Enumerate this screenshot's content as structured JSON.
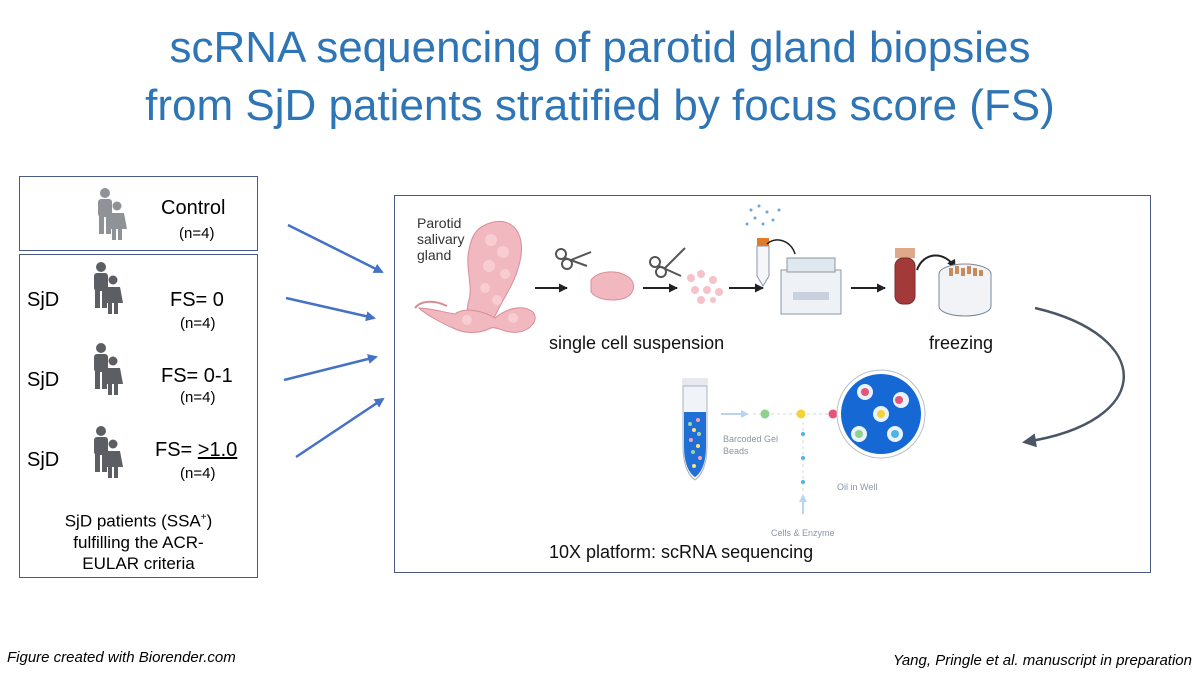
{
  "slide": {
    "title_line1": "scRNA sequencing of parotid gland biopsies",
    "title_line2": "from SjD patients stratified by focus score (FS)",
    "footer_left": "Figure created with Biorender.com",
    "footer_right": "Yang, Pringle et al. manuscript in preparation"
  },
  "groups": {
    "control": {
      "label": "Control",
      "n": "(n=4)"
    },
    "sjd_rows": [
      {
        "tag": "SjD",
        "fs": "FS= 0",
        "n": "(n=4)"
      },
      {
        "tag": "SjD",
        "fs": "FS= 0-1",
        "n": "(n=4)"
      },
      {
        "tag": "SjD",
        "fs_prefix": "FS= ",
        "fs_value": ">1.0",
        "n": "(n=4)"
      }
    ],
    "criteria": {
      "line1_pre": "SjD patients (SSA",
      "line1_sup": "+",
      "line1_post": ")",
      "line2": "fulfilling the ACR-",
      "line3": "EULAR criteria"
    }
  },
  "workflow": {
    "tissue_label": [
      "Parotid",
      "salivary",
      "gland"
    ],
    "step_single_cell": "single cell suspension",
    "step_freezing": "freezing",
    "platform": "10X platform: scRNA sequencing",
    "barcoded_label": [
      "Barcoded Gel",
      "Beads"
    ],
    "oil_label": "Oil in Well",
    "cells_label": "Cells & Enzyme"
  },
  "colors": {
    "title": "#2e75b6",
    "arrow": "#4472c4",
    "box_border": "#4a5a86",
    "person": "#5b5f63",
    "gland": "#f2b8bf",
    "tube_blue": "#1f6fd6",
    "well_blue": "#1668d4"
  }
}
